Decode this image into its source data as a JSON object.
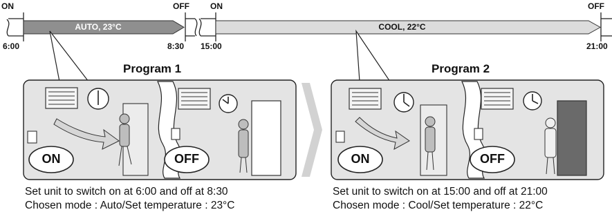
{
  "timeline": {
    "segment1": {
      "on_label": "ON",
      "off_label": "OFF",
      "bar_text": "AUTO, 23°C",
      "start_time": "6:00",
      "end_time": "8:30"
    },
    "segment2": {
      "on_label": "ON",
      "off_label": "OFF",
      "bar_text": "COOL, 22°C",
      "start_time": "15:00",
      "end_time": "21:00"
    }
  },
  "program1": {
    "title": "Program 1",
    "on_badge": "ON",
    "off_badge": "OFF",
    "caption_line1": "Set unit to switch on at 6:00 and off at 8:30",
    "caption_line2": "Chosen mode : Auto/Set temperature : 23°C"
  },
  "program2": {
    "title": "Program 2",
    "on_badge": "ON",
    "off_badge": "OFF",
    "caption_line1": "Set unit to switch on at 15:00 and off at 21:00",
    "caption_line2": "Chosen mode : Cool/Set temperature : 22°C"
  },
  "colors": {
    "bar_auto": "#8f8f8f",
    "bar_cool": "#dcdcdc",
    "panel_bg": "#e4e4e4",
    "arrow": "#d2d2d2"
  }
}
